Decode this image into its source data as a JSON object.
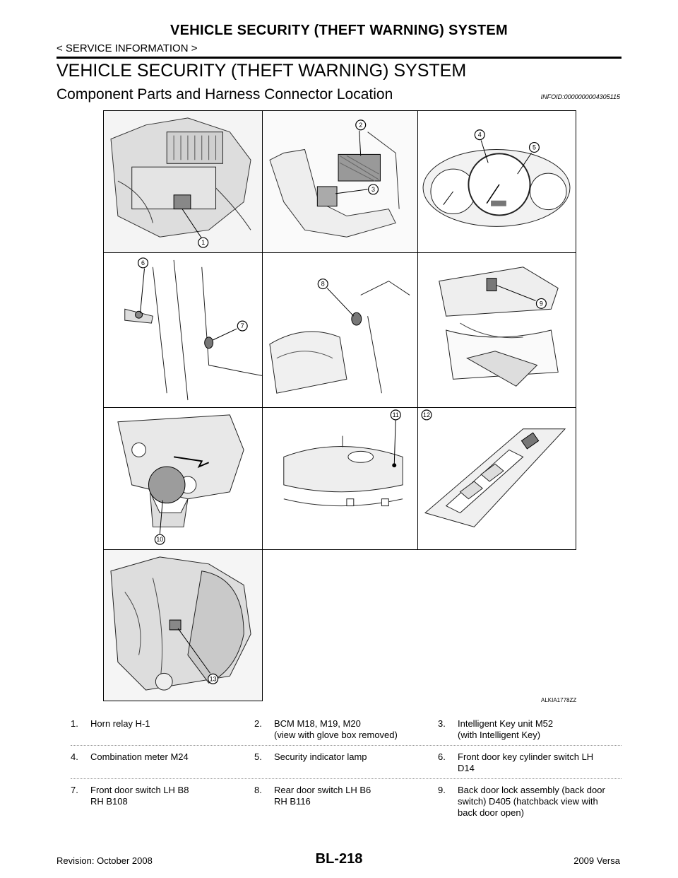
{
  "header": {
    "title": "VEHICLE SECURITY (THEFT WARNING) SYSTEM",
    "section": "< SERVICE INFORMATION >"
  },
  "page_title": "VEHICLE SECURITY (THEFT WARNING) SYSTEM",
  "section_title": "Component Parts and Harness Connector Location",
  "info_id": "INFOID:0000000004305115",
  "figure": {
    "code": "ALKIA1778ZZ",
    "callouts": [
      "1",
      "2",
      "3",
      "4",
      "5",
      "6",
      "7",
      "8",
      "9",
      "10",
      "11",
      "12",
      "13"
    ]
  },
  "legend": [
    {
      "num": "1.",
      "text": "Horn relay H-1"
    },
    {
      "num": "2.",
      "text": "BCM M18, M19, M20\n(view with glove box removed)"
    },
    {
      "num": "3.",
      "text": "Intelligent Key unit M52\n(with Intelligent Key)"
    },
    {
      "num": "4.",
      "text": "Combination meter M24"
    },
    {
      "num": "5.",
      "text": "Security indicator lamp"
    },
    {
      "num": "6.",
      "text": "Front door key cylinder switch LH\nD14"
    },
    {
      "num": "7.",
      "text": "Front door switch LH B8\nRH B108"
    },
    {
      "num": "8.",
      "text": "Rear door switch LH B6\nRH B116"
    },
    {
      "num": "9.",
      "text": "Back door lock assembly (back door\nswitch) D405 (hatchback view with\nback door open)"
    }
  ],
  "footer": {
    "revision": "Revision: October 2008",
    "page": "BL-218",
    "model": "2009 Versa"
  }
}
